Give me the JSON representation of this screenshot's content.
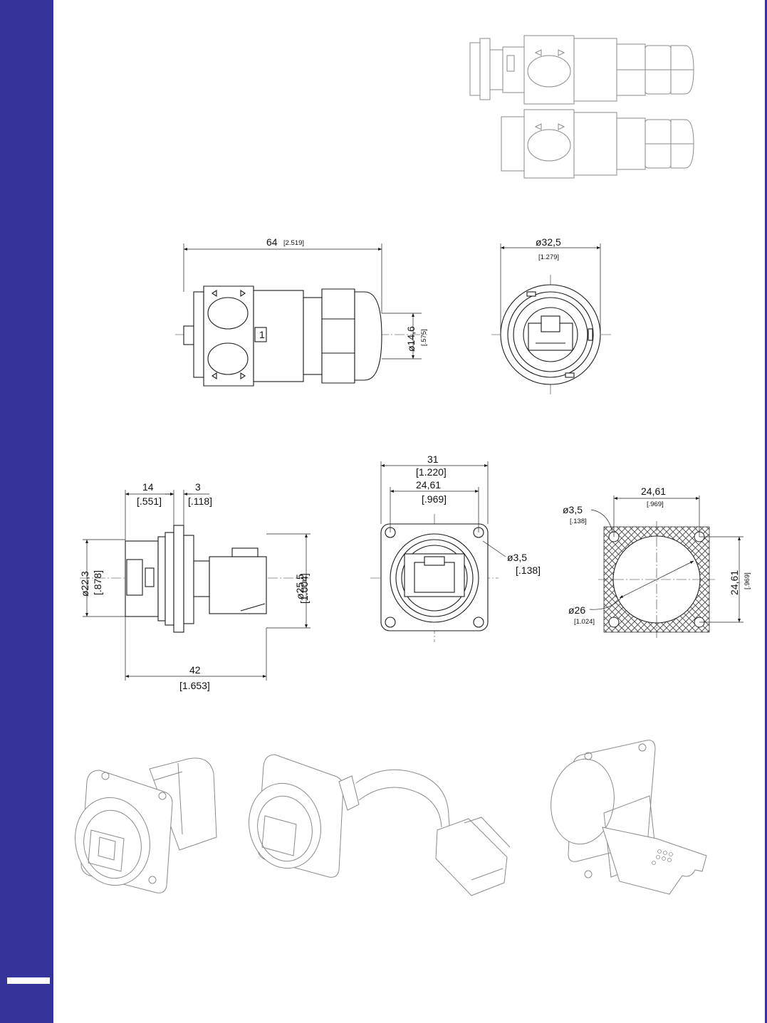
{
  "dimensions": {
    "side_length": "64",
    "side_length_in": "[2.519]",
    "side_cable_dia": "ø14,6",
    "side_cable_dia_in": "[.575]",
    "front_dia": "ø32,5",
    "front_dia_in": "[1.279]",
    "panel_depth_front": "14",
    "panel_depth_front_in": "[.551]",
    "panel_thickness": "3",
    "panel_thickness_in": "[.118]",
    "panel_body_dia": "ø22,3",
    "panel_body_dia_in": "[.878]",
    "panel_rear_dia": "ø25,5",
    "panel_rear_dia_in": "[1.004]",
    "panel_length": "42",
    "panel_length_in": "[1.653]",
    "flange_width": "31",
    "flange_width_in": "[1.220]",
    "flange_hole_spacing": "24,61",
    "flange_hole_spacing_in": "[.969]",
    "flange_hole_dia": "ø3,5",
    "flange_hole_dia_in": "[.138]",
    "cutout_spacing_h": "24,61",
    "cutout_spacing_h_in": "[.969]",
    "cutout_hole_dia": "ø3,5",
    "cutout_hole_dia_in": "[.138]",
    "cutout_spacing_v": "24,61",
    "cutout_spacing_v_in": "[.969]",
    "cutout_center_dia": "ø26",
    "cutout_center_dia_in": "[1.024]",
    "side_ring_mark": "1"
  },
  "colors": {
    "sidebar": "#35349a",
    "line": "#1a1a1a",
    "hatch": "#333333"
  }
}
